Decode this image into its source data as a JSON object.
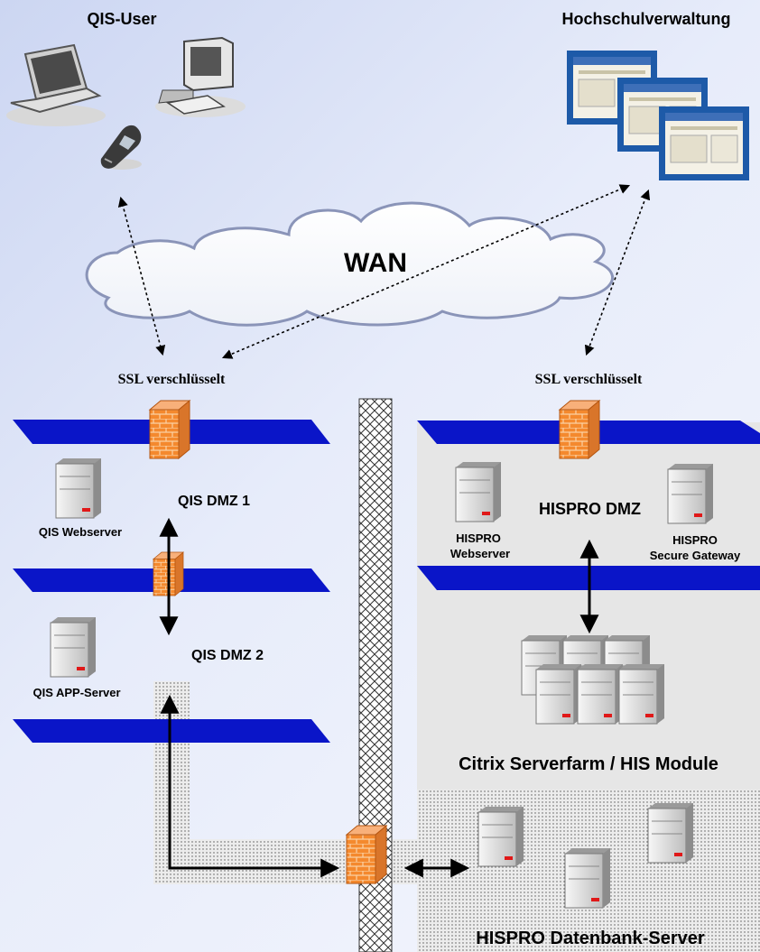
{
  "title_left": "QIS-User",
  "title_right": "Hochschulverwaltung",
  "cloud_label": "WAN",
  "ssl_left": "SSL verschlüsselt",
  "ssl_right": "SSL verschlüsselt",
  "zones": {
    "qis_dmz1": "QIS DMZ 1",
    "qis_dmz2": "QIS DMZ 2",
    "hispro_dmz": "HISPRO DMZ",
    "citrix": "Citrix Serverfarm / HIS Module",
    "db": "HISPRO Datenbank-Server"
  },
  "servers": {
    "qis_web": "QIS Webserver",
    "qis_app": "QIS APP-Server",
    "hispro_web_1": "HISPRO",
    "hispro_web_2": "Webserver",
    "hispro_gw_1": "HISPRO",
    "hispro_gw_2": "Secure Gateway"
  },
  "colors": {
    "bus": "#0a15c8",
    "firewall": "#f4892e",
    "panel": "#e6e6e6",
    "bg": "#dde4f7"
  }
}
